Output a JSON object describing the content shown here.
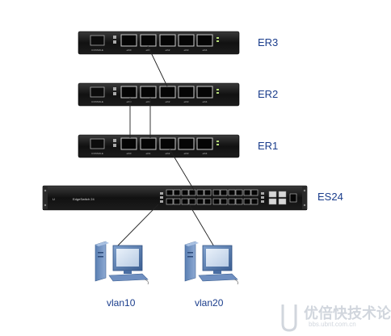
{
  "routers": [
    {
      "name": "ER3",
      "port_labels": [
        "CONSOLE",
        "eth0",
        "eth1",
        "eth2",
        "eth3",
        "eth4"
      ]
    },
    {
      "name": "ER2",
      "port_labels": [
        "CONSOLE",
        "eth0",
        "eth1",
        "eth2",
        "eth3",
        "eth4"
      ]
    },
    {
      "name": "ER1",
      "port_labels": [
        "CONSOLE",
        "eth0",
        "eth1",
        "eth2",
        "eth3",
        "eth4"
      ]
    }
  ],
  "switch": {
    "name": "ES24",
    "model_label": "EdgeSwitch 24"
  },
  "computers": [
    {
      "name": "vlan10"
    },
    {
      "name": "vlan20"
    }
  ],
  "watermark": {
    "text": "优倍快技术论坛",
    "url": "bbs.ubnt.com.cn"
  }
}
